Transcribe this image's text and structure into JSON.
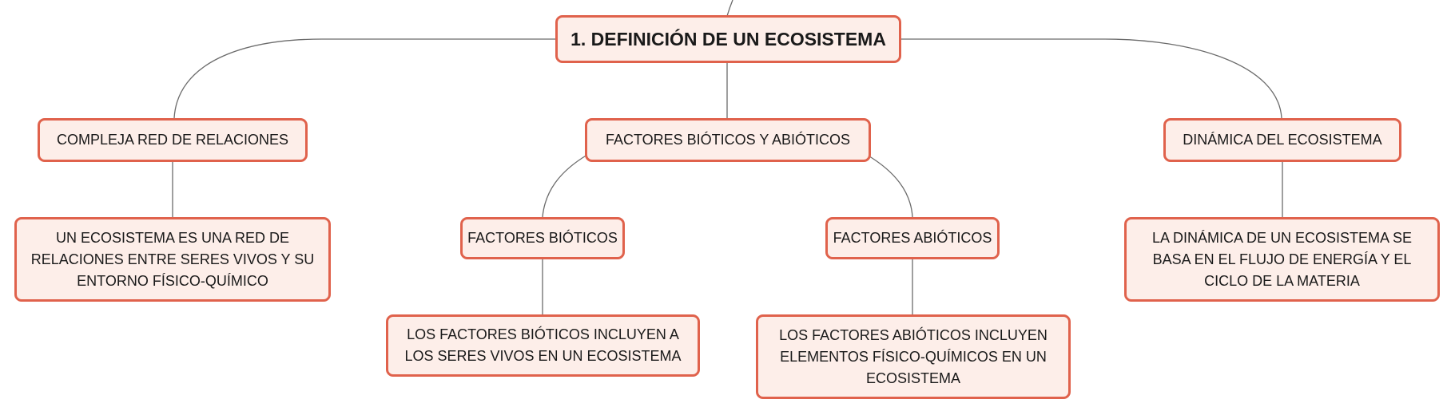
{
  "mindmap": {
    "root": {
      "label": "1. DEFINICIÓN DE UN ECOSISTEMA"
    },
    "branches": [
      {
        "label": "COMPLEJA RED DE RELACIONES",
        "detail": "UN ECOSISTEMA ES UNA RED DE RELACIONES ENTRE SERES VIVOS Y SU ENTORNO FÍSICO-QUÍMICO"
      },
      {
        "label": "FACTORES BIÓTICOS Y ABIÓTICOS",
        "children": [
          {
            "label": "FACTORES BIÓTICOS",
            "detail": "LOS FACTORES BIÓTICOS INCLUYEN A LOS SERES VIVOS EN UN ECOSISTEMA"
          },
          {
            "label": "FACTORES ABIÓTICOS",
            "detail": "LOS FACTORES ABIÓTICOS INCLUYEN ELEMENTOS FÍSICO-QUÍMICOS EN UN ECOSISTEMA"
          }
        ]
      },
      {
        "label": "DINÁMICA DEL ECOSISTEMA",
        "detail": "LA DINÁMICA DE UN ECOSISTEMA SE BASA EN EL FLUJO DE ENERGÍA Y EL CICLO DE LA MATERIA"
      }
    ]
  },
  "colors": {
    "node_fill": "#fdeee9",
    "node_border": "#e0624c",
    "connector": "#6b6b6b"
  }
}
